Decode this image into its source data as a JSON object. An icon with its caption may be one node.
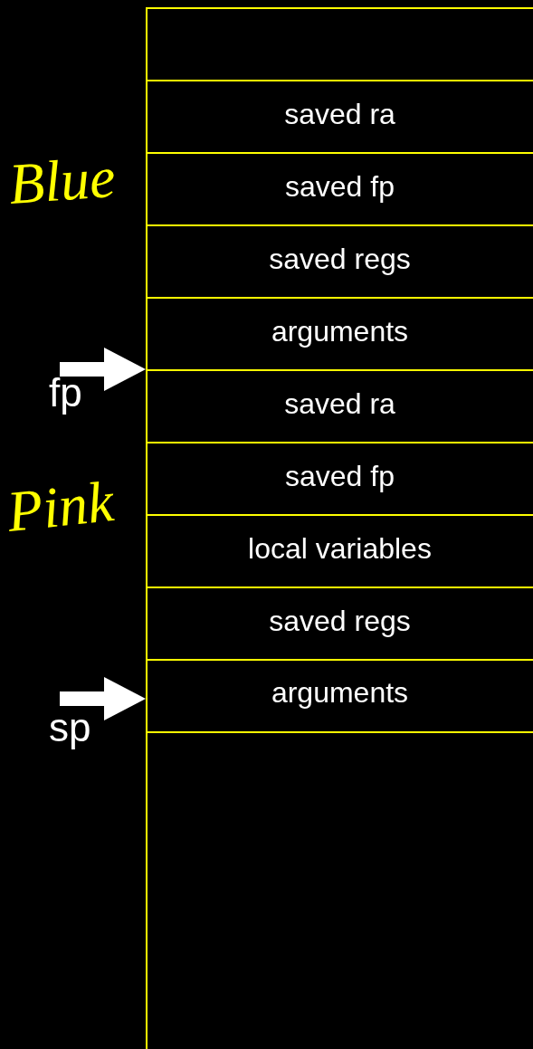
{
  "diagram": {
    "nodes": [
      {
        "text": [],
        "shape": "box"
      },
      {
        "text": [
          "saved ra"
        ]
      },
      {
        "text": [
          "saved fp"
        ]
      },
      {
        "text": [
          "saved regs"
        ]
      },
      {
        "text": [
          "arguments"
        ]
      },
      {
        "text": [
          "saved ra"
        ]
      },
      {
        "text": [
          "saved fp"
        ]
      },
      {
        "text": [
          "local variables"
        ]
      },
      {
        "text": [
          "saved regs"
        ]
      },
      {
        "text": [
          "arguments"
        ]
      },
      {
        "text": [
          "fp"
        ]
      },
      {
        "text": [
          "sp"
        ]
      }
    ],
    "edges": [
      {
        "from": 10,
        "to": 5,
        "arrow": "to"
      },
      {
        "from": 11,
        "to": 9,
        "arrow": "to"
      }
    ],
    "labels": [
      "Blue",
      "Pink"
    ]
  }
}
